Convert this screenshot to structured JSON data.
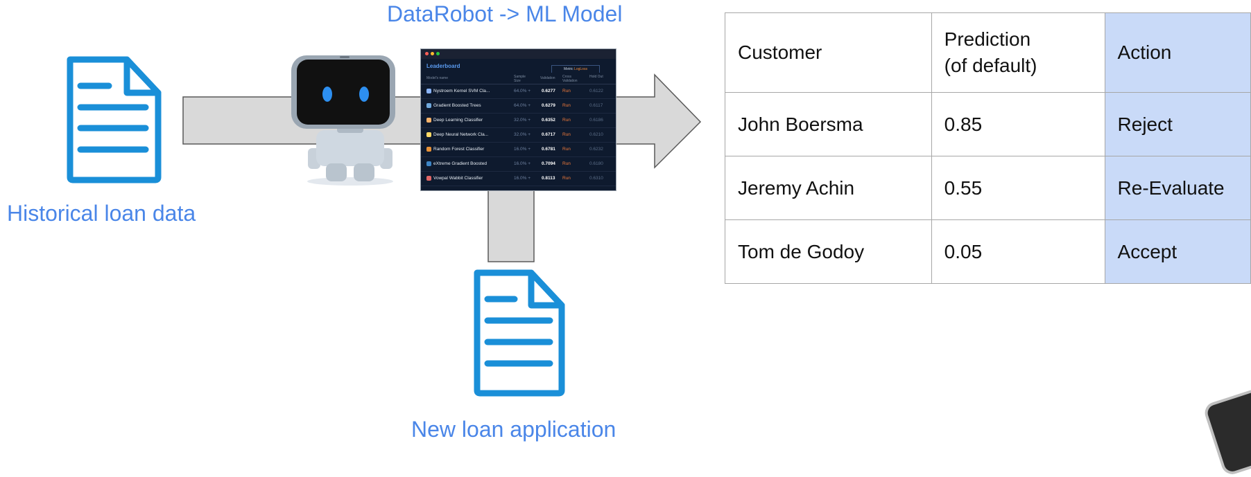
{
  "labels": {
    "model": "DataRobot -> ML Model",
    "historical": "Historical loan data",
    "new_application": "New loan application"
  },
  "icons": [
    "document-icon",
    "robot-icon",
    "document-icon",
    "arrow-icon"
  ],
  "colors": {
    "label_blue": "#4a86e8",
    "document_blue": "#1a8fd8",
    "arrow_fill": "#d9d9d9",
    "action_column": "#c9daf8"
  },
  "leaderboard": {
    "title": "Leaderboard",
    "metric_label": "Metric",
    "metric_value": "LogLoss",
    "columns": [
      "Model's name",
      "Sample Size",
      "Validation",
      "Cross Validation",
      "Hold Out"
    ],
    "rows": [
      {
        "name": "Nystroem Kernel SVM Cla...",
        "size": "64.0% +",
        "validation": "0.6277",
        "cv": "Run",
        "holdout": "0.6122",
        "icon_color": "#8ab4f8"
      },
      {
        "name": "Gradient Boosted Trees",
        "size": "64.0% +",
        "validation": "0.6279",
        "cv": "Run",
        "holdout": "0.6117",
        "icon_color": "#6fa8dc"
      },
      {
        "name": "Deep Learning Classifier",
        "size": "32.0% +",
        "validation": "0.6352",
        "cv": "Run",
        "holdout": "0.6186",
        "icon_color": "#f6b26b"
      },
      {
        "name": "Deep Neural Network Cla...",
        "size": "32.0% +",
        "validation": "0.6717",
        "cv": "Run",
        "holdout": "0.6210",
        "icon_color": "#ffd966"
      },
      {
        "name": "Random Forest Classifier",
        "size": "16.0% +",
        "validation": "0.6781",
        "cv": "Run",
        "holdout": "0.6232",
        "icon_color": "#e69138"
      },
      {
        "name": "eXtreme Gradient Boosted",
        "size": "16.0% +",
        "validation": "0.7094",
        "cv": "Run",
        "holdout": "0.6180",
        "icon_color": "#3d85c6"
      },
      {
        "name": "Vowpal Wabbit Classifier",
        "size": "16.0% +",
        "validation": "0.8113",
        "cv": "Run",
        "holdout": "0.6310",
        "icon_color": "#e06666"
      }
    ]
  },
  "table": {
    "headers": [
      "Customer",
      "Prediction",
      "(of default)",
      "Action"
    ],
    "rows": [
      {
        "customer": "John Boersma",
        "prediction": "0.85",
        "action": "Reject"
      },
      {
        "customer": "Jeremy Achin",
        "prediction": "0.55",
        "action": "Re-Evaluate"
      },
      {
        "customer": "Tom de Godoy",
        "prediction": "0.05",
        "action": "Accept"
      }
    ]
  }
}
